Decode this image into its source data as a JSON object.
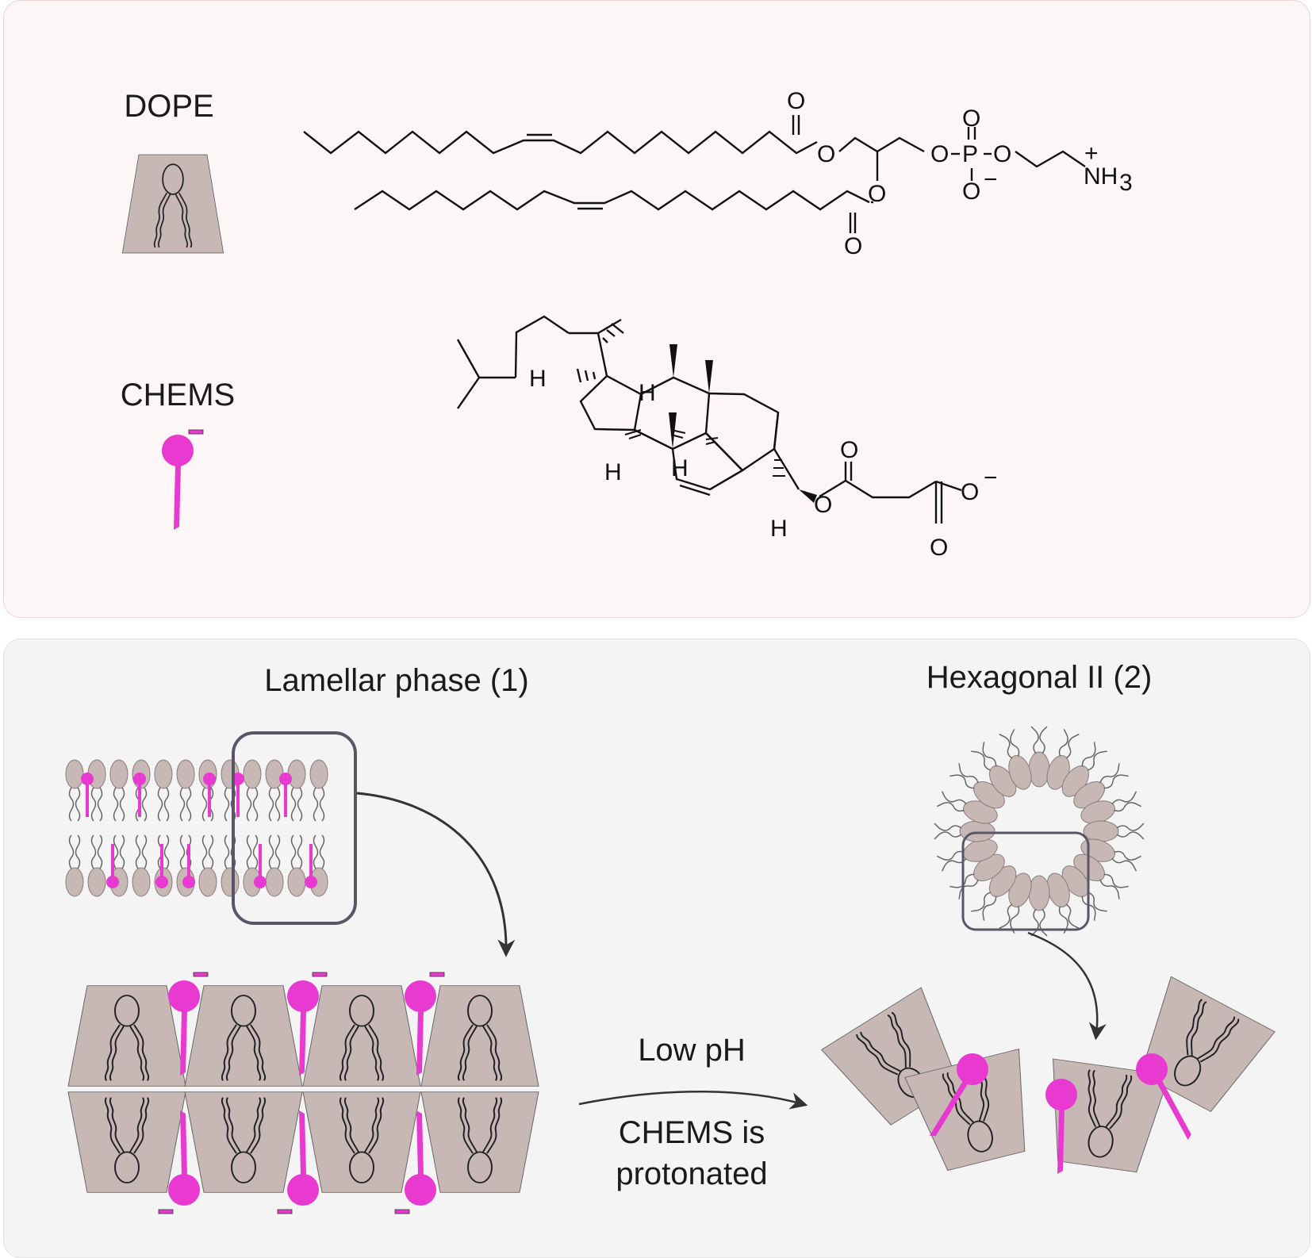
{
  "molecules": {
    "dope": {
      "name": "DOPE"
    },
    "chems": {
      "name": "CHEMS"
    }
  },
  "atoms": {
    "oxygen": "O",
    "phosphorus": "P",
    "hydrogen": "H",
    "ammonium": "NH",
    "ammonium_sub": "3",
    "plus": "+",
    "minus": "−"
  },
  "phases": {
    "lamellar": "Lamellar phase (1)",
    "hexagonal": "Hexagonal II (2)"
  },
  "transition": {
    "condition": "Low pH",
    "note_line1": "CHEMS is",
    "note_line2": "protonated"
  },
  "colors": {
    "lipid_fill": "#c8b8b5",
    "chems_magenta": "#e83ad0",
    "outline": "#333333",
    "top_panel": "#fcf7f6",
    "bottom_panel": "#f5f4f5"
  }
}
